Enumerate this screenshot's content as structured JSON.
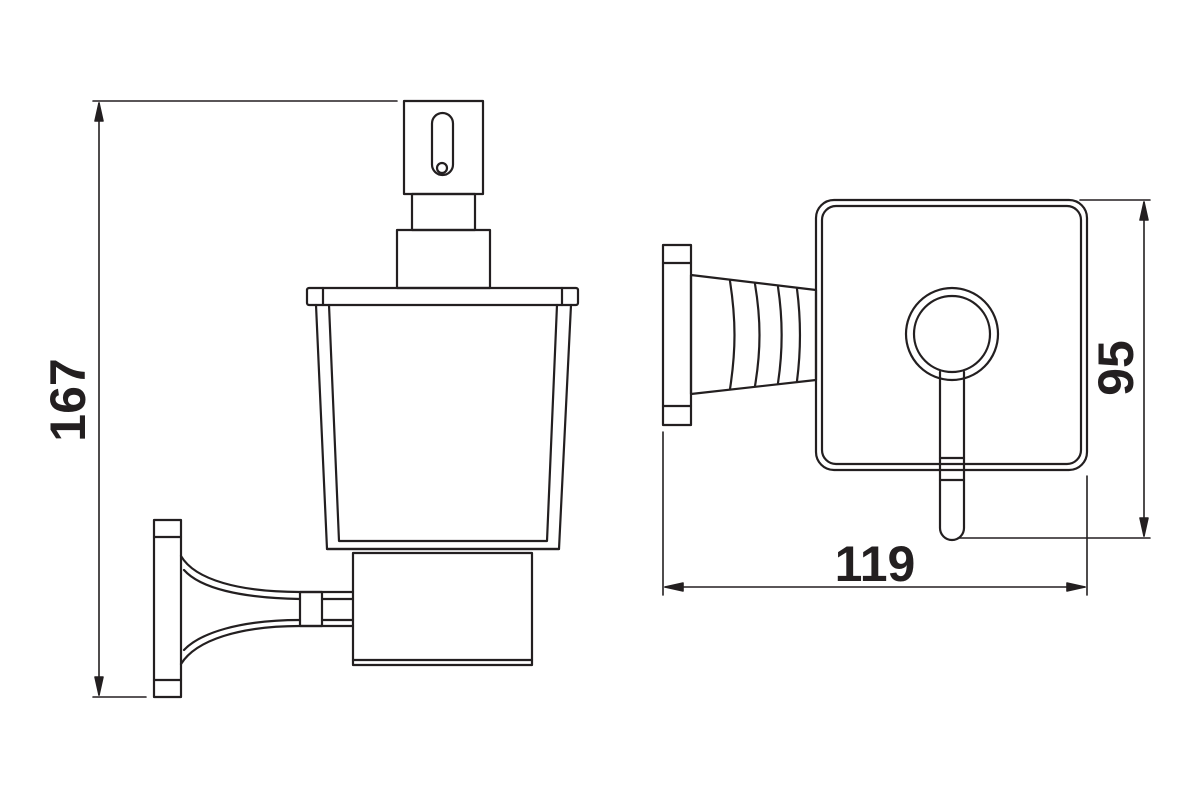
{
  "dimensions": {
    "height": "167",
    "width": "119",
    "depth": "95"
  },
  "colors": {
    "line": "#231f20",
    "background": "#ffffff"
  }
}
